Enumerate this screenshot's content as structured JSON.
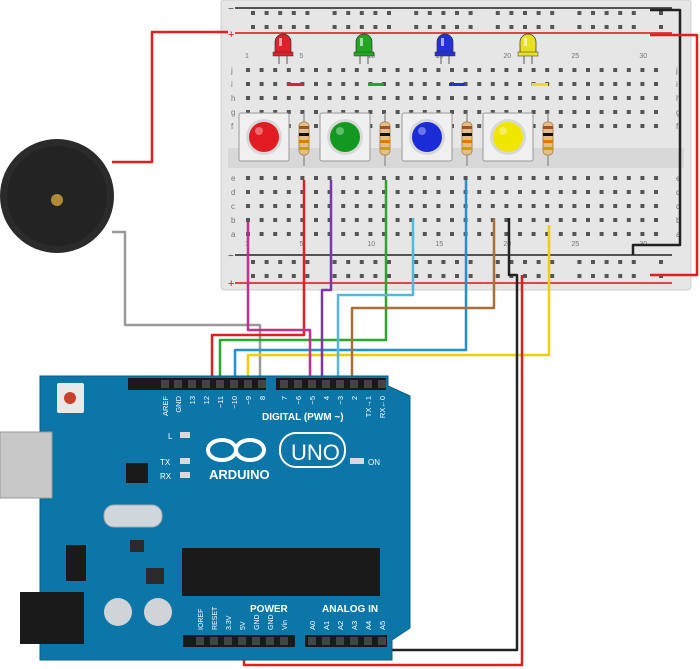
{
  "breadboard": {
    "rail_plus": "+",
    "rail_minus": "−",
    "row_labels_top": [
      "j",
      "i",
      "h",
      "g",
      "f"
    ],
    "row_labels_bottom": [
      "e",
      "d",
      "c",
      "b",
      "a"
    ],
    "column_numbers": [
      "1",
      "5",
      "10",
      "15",
      "20",
      "25",
      "30"
    ]
  },
  "leds": [
    {
      "color": "#e0202a",
      "name": "red"
    },
    {
      "color": "#22a722",
      "name": "green"
    },
    {
      "color": "#2530d8",
      "name": "blue"
    },
    {
      "color": "#e8e020",
      "name": "yellow"
    }
  ],
  "buttons": [
    {
      "cap": "#e31b23"
    },
    {
      "cap": "#12991f"
    },
    {
      "cap": "#1a2bd8"
    },
    {
      "cap": "#f0e600"
    }
  ],
  "wire_colors": {
    "red": "#e02020",
    "black": "#222222",
    "purple": "#7b36a8",
    "magenta": "#c0308e",
    "green": "#2aa82a",
    "lightblue": "#4fb9e0",
    "blue": "#1f8fd6",
    "brown": "#a86f3a",
    "yellow": "#f0d000",
    "gray": "#9a9a9a"
  },
  "arduino": {
    "brand": "ARDUINO",
    "model": "UNO",
    "digital_label": "DIGITAL (PWM ~)",
    "power_label": "POWER",
    "analog_label": "ANALOG IN",
    "on_label": "ON",
    "l_label": "L",
    "tx_label": "TX",
    "rx_label": "RX",
    "digital_pins": [
      "AREF",
      "GND",
      "13",
      "12",
      "~11",
      "~10",
      "~9",
      "8",
      "7",
      "~6",
      "~5",
      "4",
      "~3",
      "2",
      "TX→1",
      "RX←0"
    ],
    "power_pins": [
      "IOREF",
      "RESET",
      "3.3V",
      "5V",
      "GND",
      "GND",
      "Vin"
    ],
    "analog_pins": [
      "A0",
      "A1",
      "A2",
      "A3",
      "A4",
      "A5"
    ]
  }
}
